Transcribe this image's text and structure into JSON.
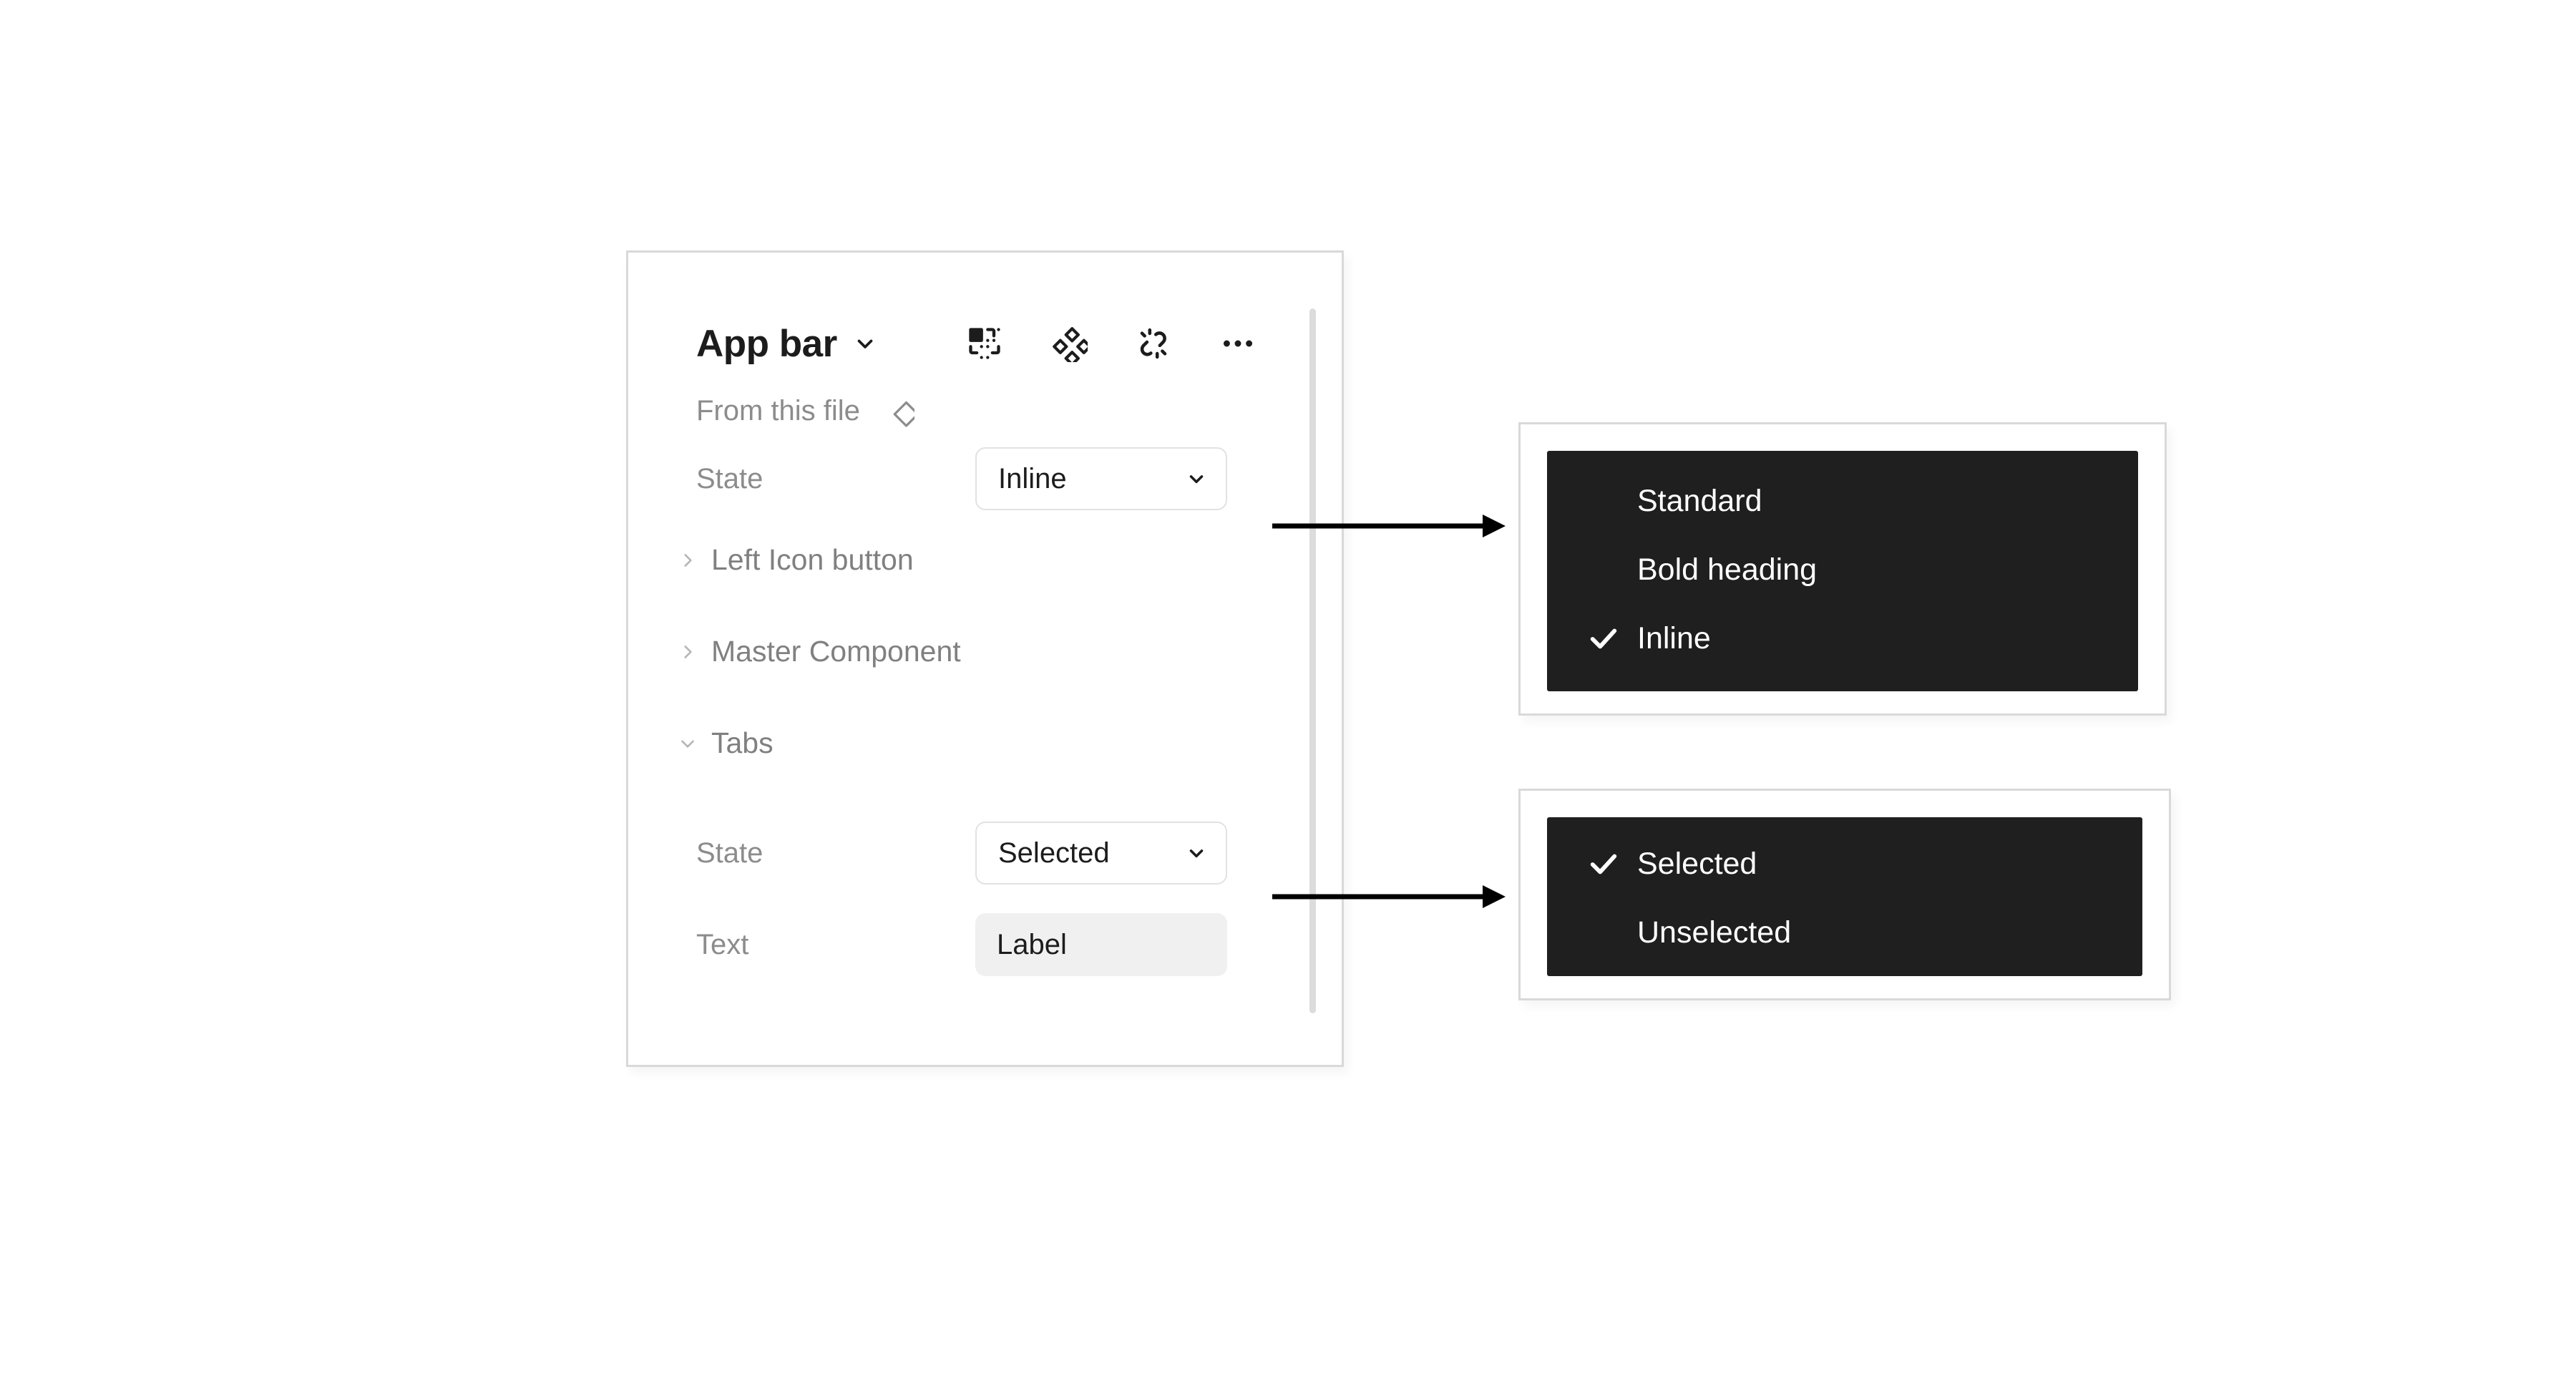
{
  "inspector": {
    "title": "App bar",
    "title_chevron_icon": "chevron-down-icon",
    "header_icons": [
      {
        "name": "component-instance-icon"
      },
      {
        "name": "component-set-icon"
      },
      {
        "name": "detach-instance-icon"
      },
      {
        "name": "more-options-icon"
      }
    ],
    "from_this_file": {
      "label": "From this file",
      "icon": "component-diamond-icon"
    },
    "app_bar_state": {
      "label": "State",
      "value": "Inline",
      "chevron_icon": "chevron-down-icon"
    },
    "groups": [
      {
        "label": "Left Icon button",
        "expanded": false,
        "disclosure_icon": "chevron-right-icon"
      },
      {
        "label": "Master Component",
        "expanded": false,
        "disclosure_icon": "chevron-right-icon"
      },
      {
        "label": "Tabs",
        "expanded": true,
        "disclosure_icon": "chevron-down-icon"
      }
    ],
    "tabs_state": {
      "label": "State",
      "value": "Selected",
      "chevron_icon": "chevron-down-icon"
    },
    "tabs_text": {
      "label": "Text",
      "value": "Label"
    },
    "scrollbar": "vertical-scrollbar"
  },
  "menus": [
    {
      "id": "app-bar-state-menu",
      "items": [
        {
          "label": "Standard",
          "checked": false
        },
        {
          "label": "Bold heading",
          "checked": false
        },
        {
          "label": "Inline",
          "checked": true
        }
      ]
    },
    {
      "id": "tabs-state-menu",
      "items": [
        {
          "label": "Selected",
          "checked": true
        },
        {
          "label": "Unselected",
          "checked": false
        }
      ]
    }
  ],
  "connectors": [
    {
      "name": "arrow-to-app-bar-state-menu"
    },
    {
      "name": "arrow-to-tabs-state-menu"
    }
  ],
  "colors": {
    "background": "#ffffff",
    "panel_border": "#d9d9d9",
    "menu_surface": "#1f1f1f",
    "menu_text": "#ffffff",
    "muted_text": "#8c8c8c",
    "primary_text": "#1c1c1c",
    "field_background": "#f0f0f0",
    "control_border": "#e2e2e2"
  }
}
